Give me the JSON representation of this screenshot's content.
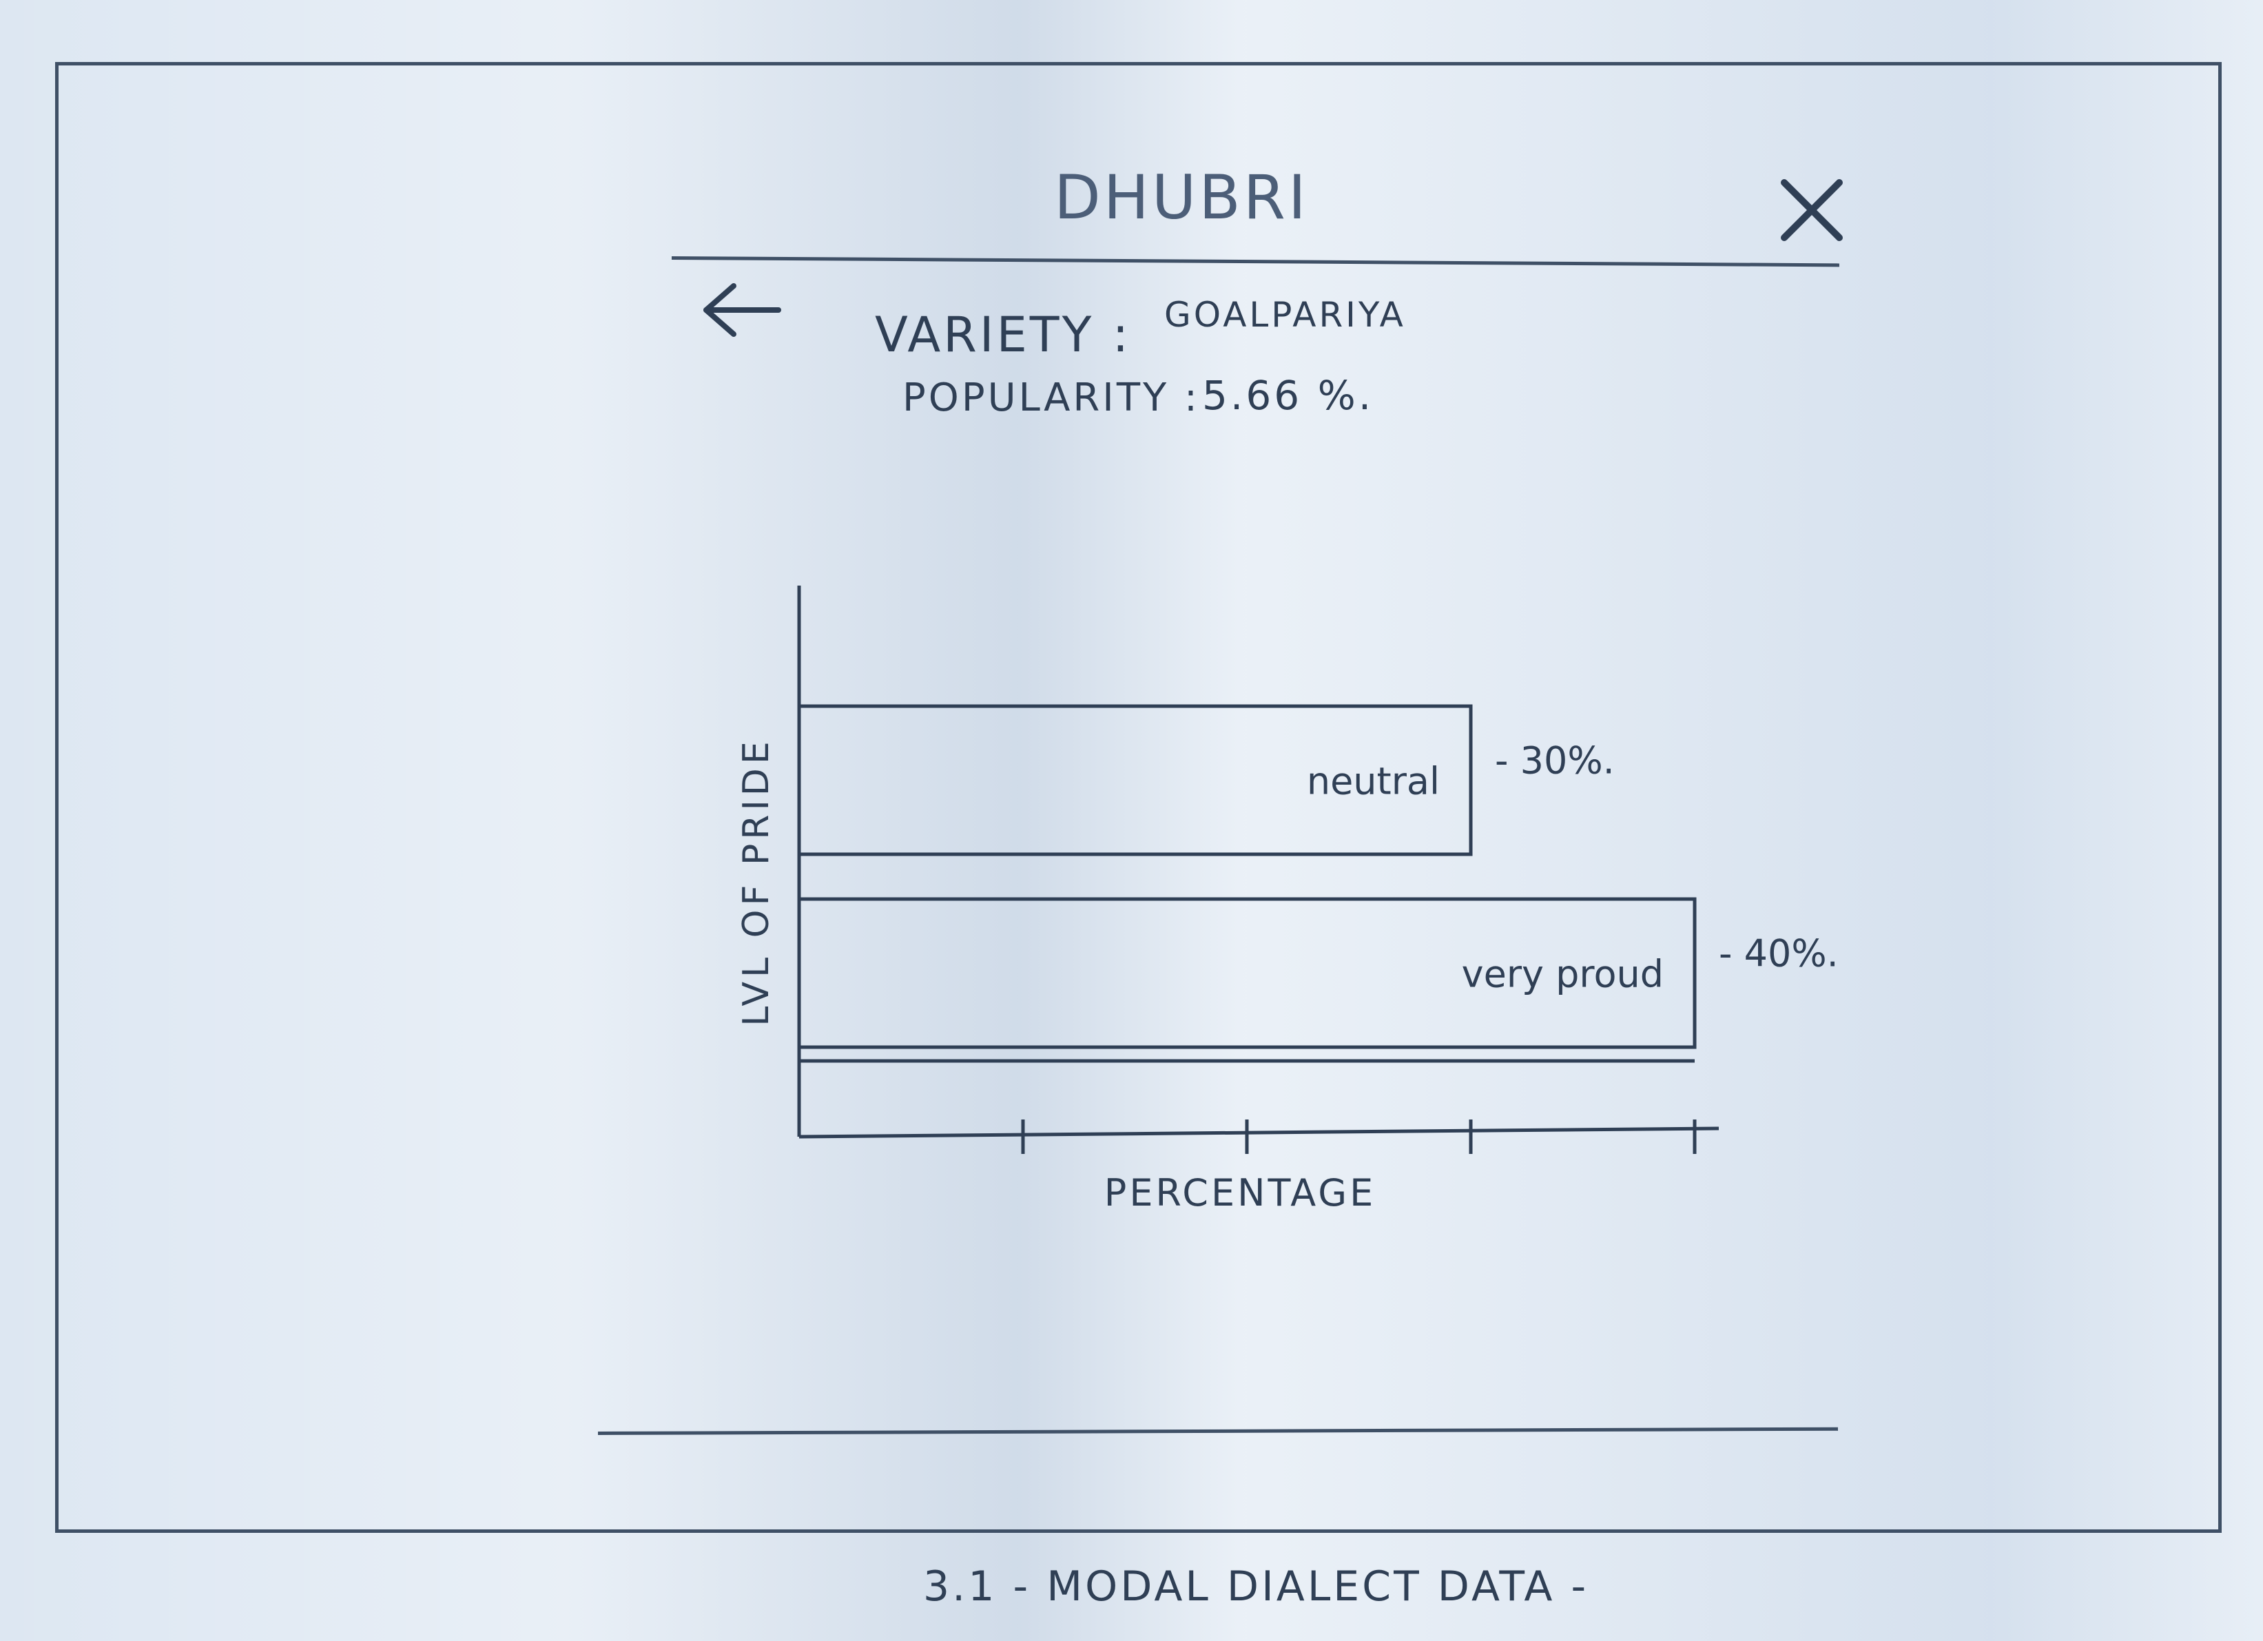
{
  "header": {
    "title": "DHUBRI",
    "close_icon": "close-icon",
    "back_icon": "back-arrow-icon"
  },
  "info": {
    "variety_label": "VARIETY :",
    "variety_value": "GOALPARIYA",
    "popularity_label": "POPULARITY :",
    "popularity_value": "5.66 %."
  },
  "chart_data": {
    "type": "bar",
    "orientation": "horizontal",
    "categories": [
      "neutral",
      "very proud"
    ],
    "values": [
      30,
      40
    ],
    "value_labels": [
      "- 30%.",
      "- 40%."
    ],
    "xlabel": "PERCENTAGE",
    "ylabel": "LVL OF PRIDE",
    "xlim": [
      0,
      40
    ],
    "x_ticks": [
      10,
      20,
      30,
      40
    ],
    "grid": false
  },
  "caption": "3.1 - MODAL DIALECT DATA -",
  "colors": {
    "ink": "#2f3f55",
    "paper": "#dde7f2"
  }
}
